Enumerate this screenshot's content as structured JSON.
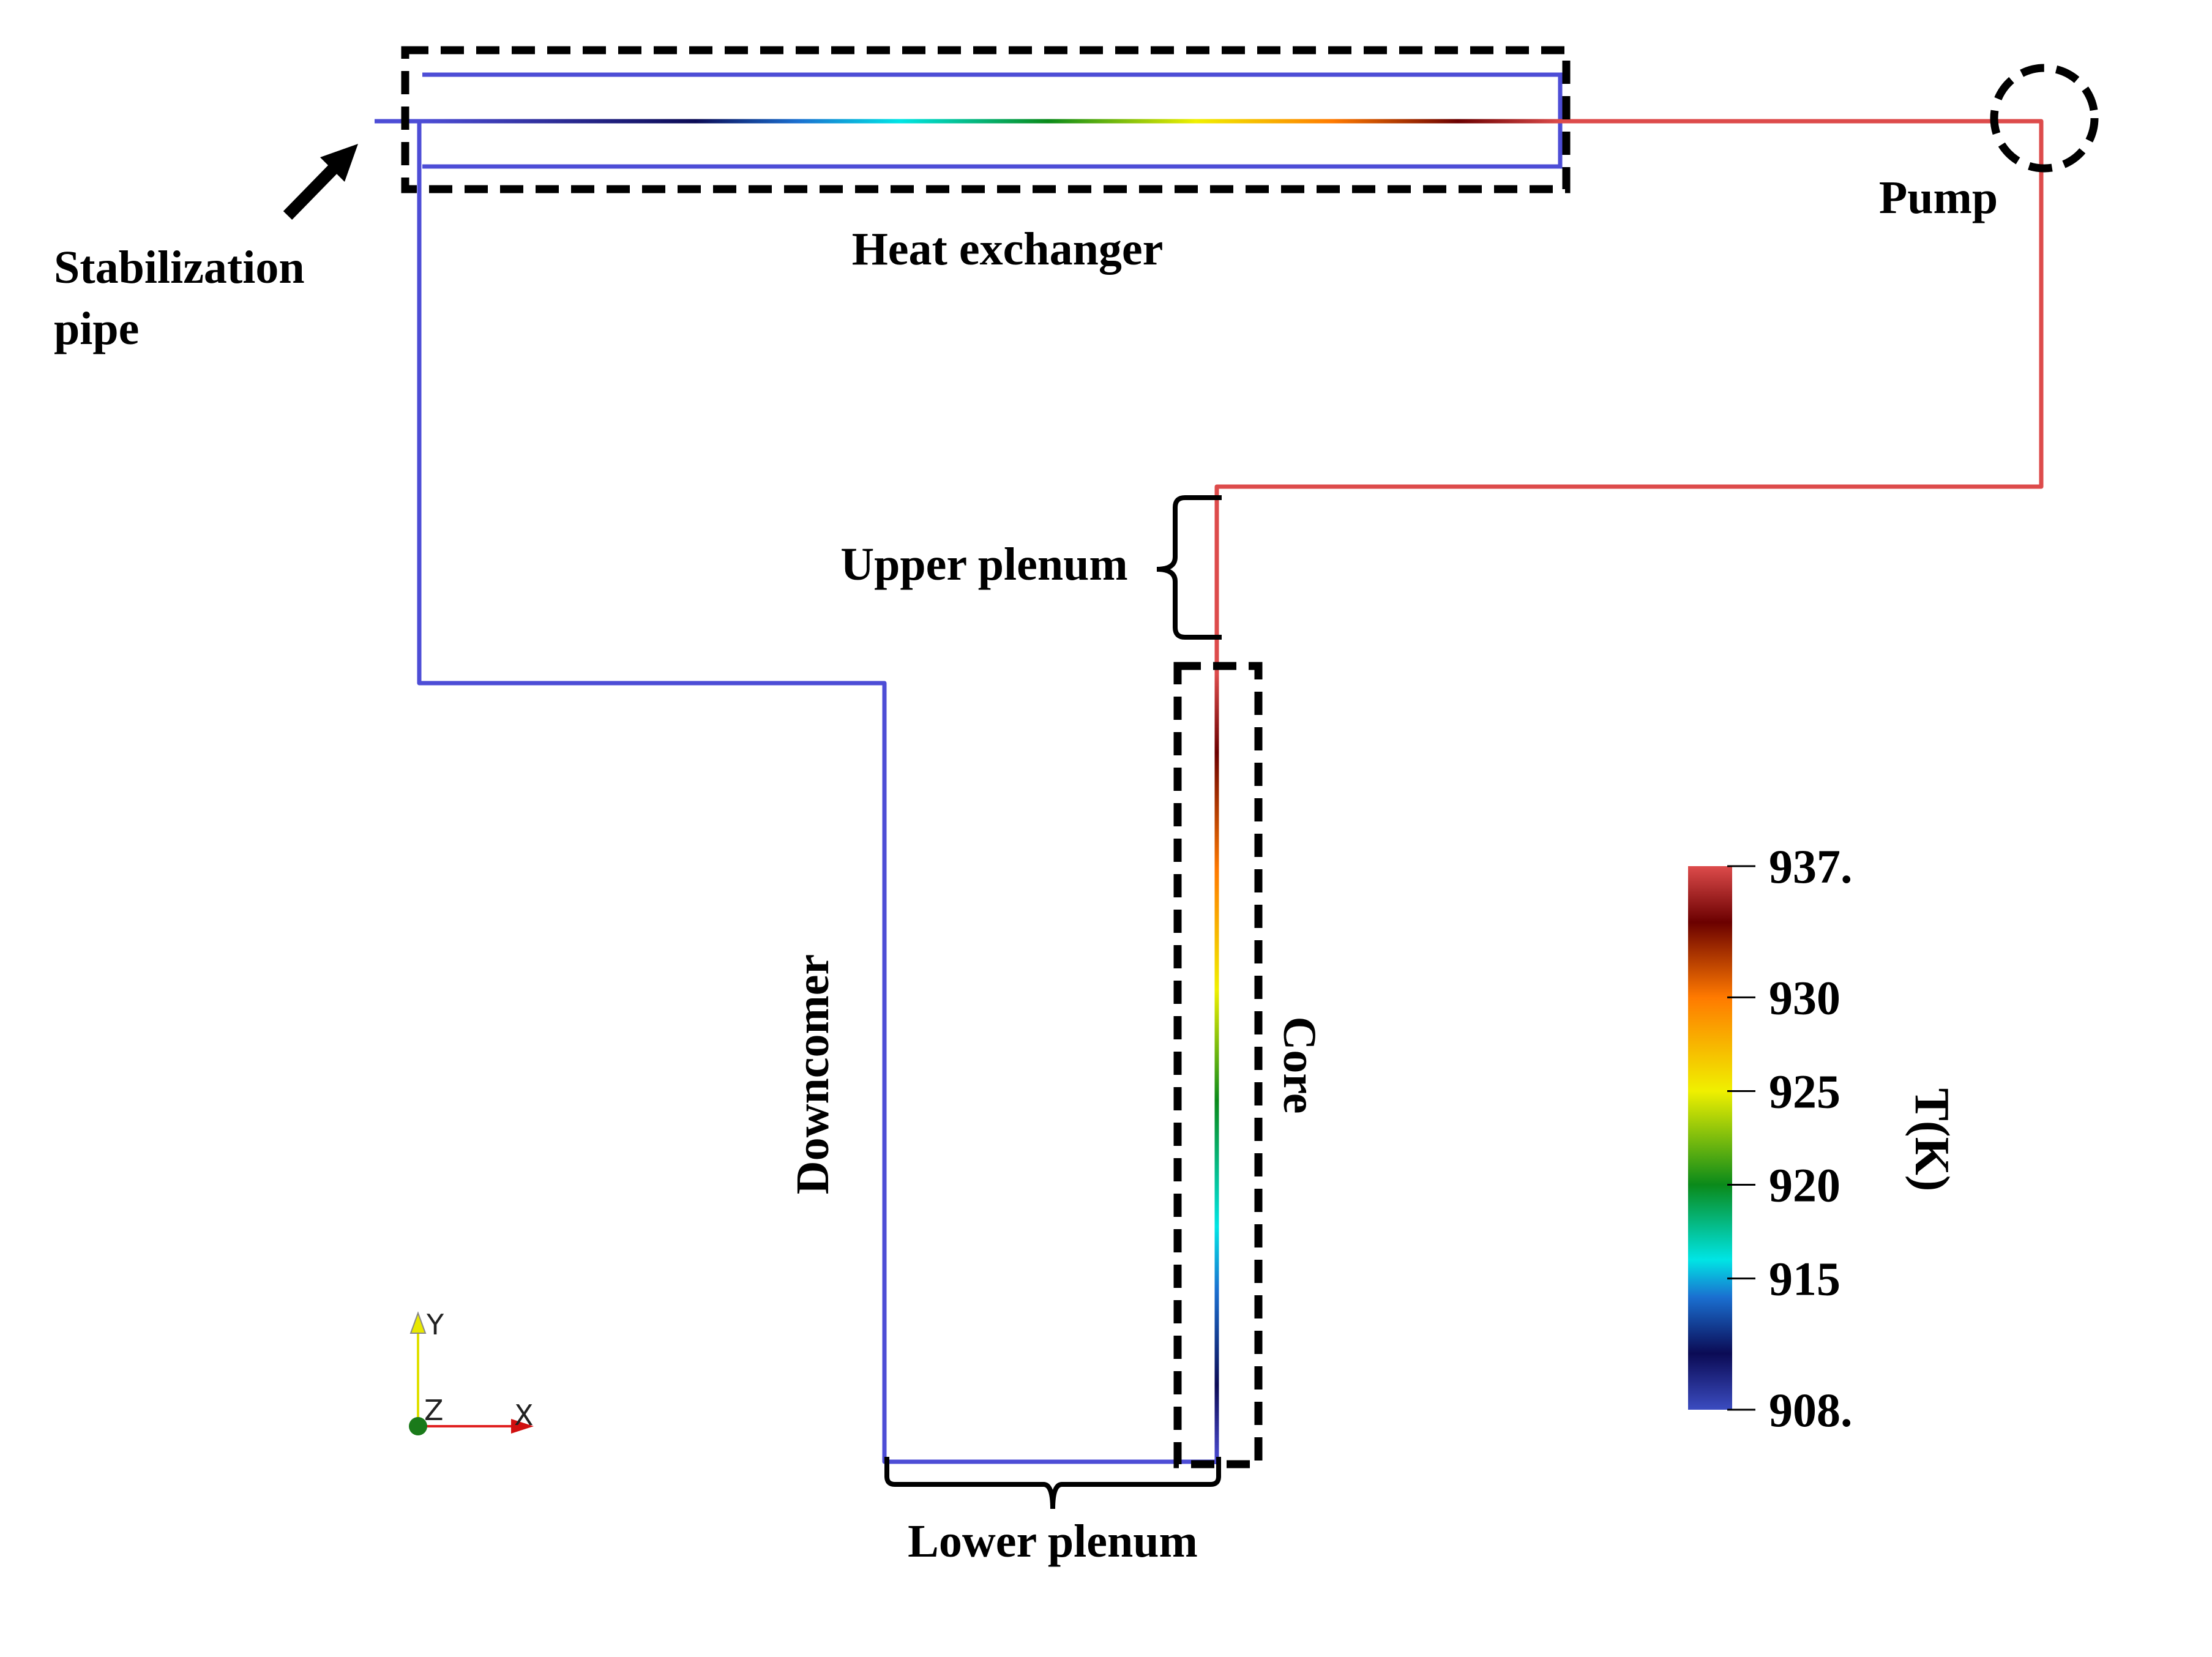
{
  "labels": {
    "stabilization_line1": "Stabilization",
    "stabilization_line2": "pipe",
    "heat_exchanger": "Heat exchanger",
    "pump": "Pump",
    "upper_plenum": "Upper plenum",
    "downcomer": "Downcomer",
    "core": "Core",
    "lower_plenum": "Lower plenum"
  },
  "colorbar": {
    "title": "T(K)",
    "min": 908,
    "max": 937,
    "tick_values": [
      908,
      915,
      920,
      925,
      930,
      937
    ],
    "tick_labels": [
      "908.",
      "915",
      "920",
      "925",
      "930",
      "937."
    ],
    "stops": [
      {
        "value": 908,
        "color": "#3b4cc0"
      },
      {
        "value": 911,
        "color": "#0b0b55"
      },
      {
        "value": 914,
        "color": "#1a6fd0"
      },
      {
        "value": 916,
        "color": "#00e5e5"
      },
      {
        "value": 920,
        "color": "#0a8a1a"
      },
      {
        "value": 925,
        "color": "#f0f000"
      },
      {
        "value": 930,
        "color": "#ff7a00"
      },
      {
        "value": 934,
        "color": "#6b0000"
      },
      {
        "value": 937,
        "color": "#dd4b4b"
      }
    ]
  },
  "axes_widget": {
    "y": "Y",
    "z": "Z",
    "x": "X"
  },
  "colors": {
    "cold_pipe": "#4d4dd6",
    "hot_pipe": "#dd4b4b",
    "annotation": "#000000"
  }
}
